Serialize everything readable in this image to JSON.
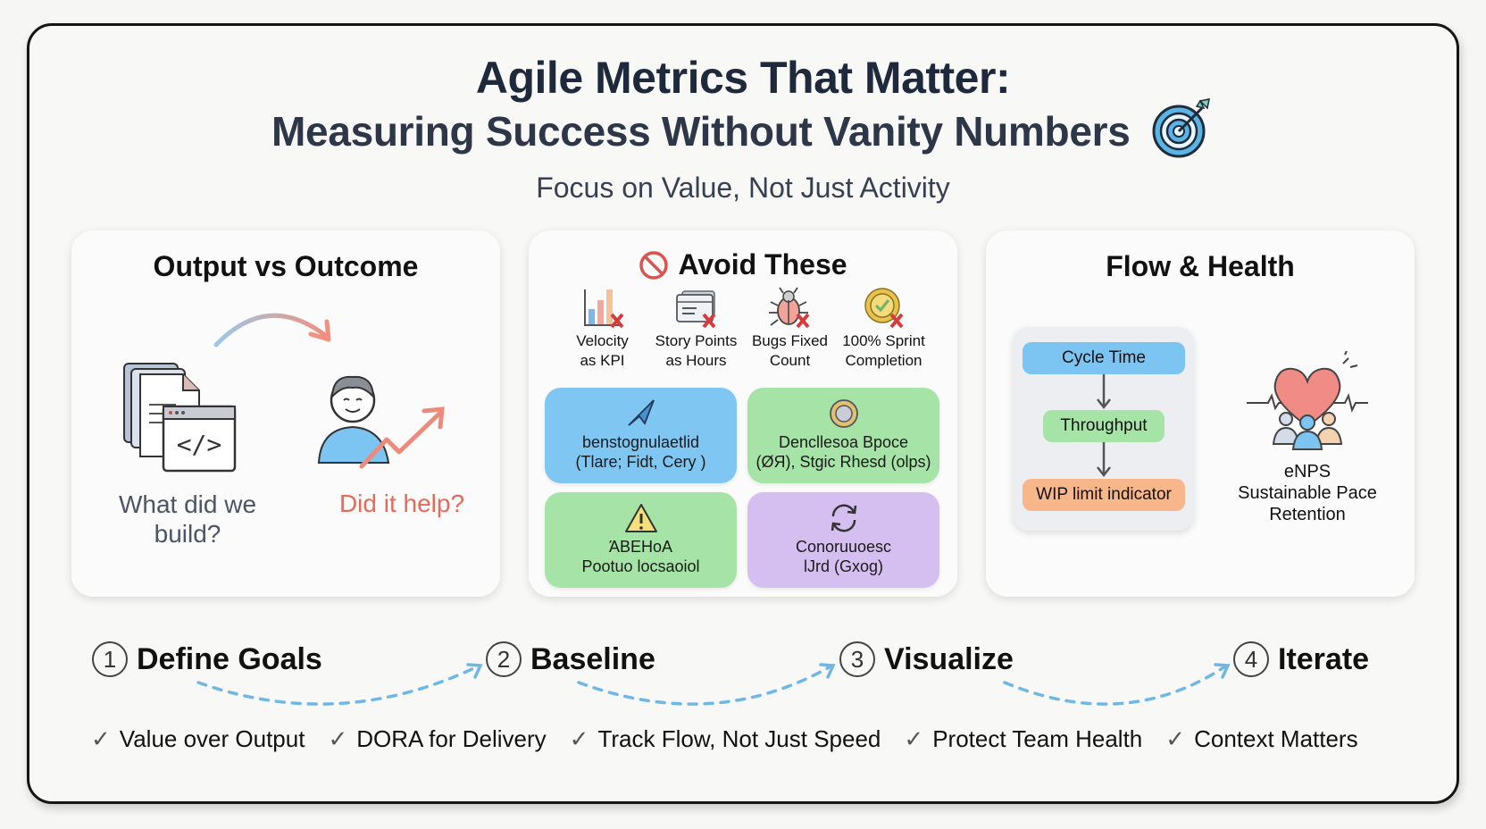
{
  "header": {
    "title_line1": "Agile Metrics That Matter:",
    "title_line2": "Measuring Success Without Vanity Numbers",
    "title_icon": "target-icon",
    "subtitle": "Focus on Value, Not Just Activity"
  },
  "cards": {
    "output_vs_outcome": {
      "title": "Output vs Outcome",
      "left_label": "What did we build?",
      "left_icon": "documents-code-icon",
      "right_label": "Did it help?",
      "right_icon": "person-growth-icon",
      "colors": {
        "question_accent": "#e46a5b"
      }
    },
    "avoid": {
      "title": "Avoid These",
      "title_icon": "prohibited-icon",
      "items": [
        {
          "label_line1": "Velocity",
          "label_line2": "as KPI",
          "icon": "bar-chart-x-icon"
        },
        {
          "label_line1": "Story Points",
          "label_line2": "as Hours",
          "icon": "card-x-icon"
        },
        {
          "label_line1": "Bugs Fixed",
          "label_line2": "Count",
          "icon": "bug-x-icon"
        },
        {
          "label_line1": "100% Sprint",
          "label_line2": "Completion",
          "icon": "badge-x-icon"
        }
      ],
      "tiles": [
        {
          "line1": "benstognulaetlid",
          "line2": "(Tlare; Fidt, Cery )",
          "icon": "paper-plane-icon",
          "color": "#7fc6f2"
        },
        {
          "line1": "Dencllesoa Bpoce",
          "line2": "(ØЯ), Stgic Rhesd (olps)",
          "icon": "gear-badge-icon",
          "color": "#a6e3a6"
        },
        {
          "line1": "ΆΒΕΗoA",
          "line2": "Pootuo locsaoiol",
          "icon": "warning-icon",
          "color": "#a6e3a6"
        },
        {
          "line1": "Conoruuoesc",
          "line2": "lJrd (Gxog)",
          "icon": "refresh-icon",
          "color": "#d5bff0"
        }
      ]
    },
    "flow_health": {
      "title": "Flow & Health",
      "flow": [
        "Cycle Time",
        "Throughput",
        "WIP limit indicator"
      ],
      "health_icon": "heart-team-icon",
      "health_lines": [
        "eNPS",
        "Sustainable Pace",
        "Retention"
      ]
    }
  },
  "steps": [
    {
      "num": "1",
      "label": "Define Goals"
    },
    {
      "num": "2",
      "label": "Baseline"
    },
    {
      "num": "3",
      "label": "Visualize"
    },
    {
      "num": "4",
      "label": "Iterate"
    }
  ],
  "checklist": [
    "Value over Output",
    "DORA for Delivery",
    "Track Flow, Not Just Speed",
    "Protect Team Health",
    "Context Matters"
  ],
  "check_glyph": "✓"
}
